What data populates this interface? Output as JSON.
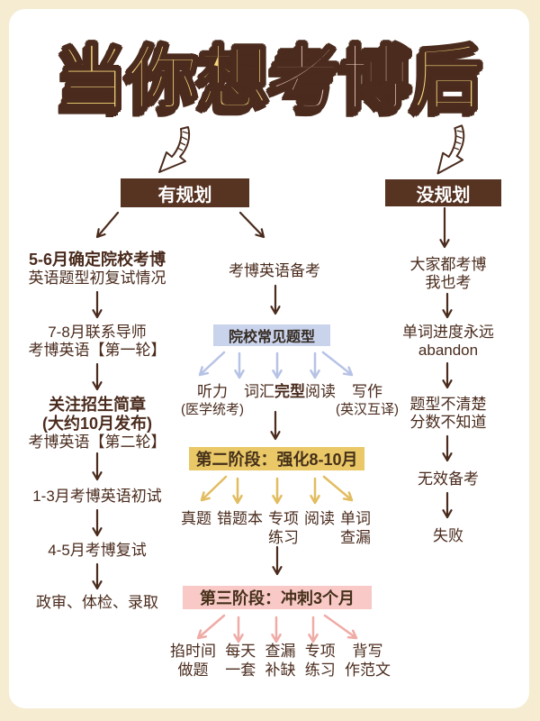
{
  "title": {
    "text": "当你想考博后",
    "chars": [
      {
        "ch": "当",
        "color": "#f7d77d"
      },
      {
        "ch": "你",
        "color": "#f7d77d"
      },
      {
        "ch": "想",
        "color": "#f7d77d"
      },
      {
        "ch": "考",
        "color": "#f8d0c9"
      },
      {
        "ch": "博",
        "color": "#f8d0c9"
      },
      {
        "ch": "后",
        "color": "#f7d77d"
      }
    ]
  },
  "colors": {
    "bg": "#f5ecd2",
    "card": "#ffffff",
    "ink": "#4a2b1d",
    "box_brown": "#573322",
    "box_blue": "#c9d3ec",
    "box_yellow": "#eac867",
    "box_pink": "#f8c9c6",
    "arrow_blue": "#b7c3e6",
    "arrow_yellow": "#e2bc60",
    "arrow_pink": "#efaba6"
  },
  "branches": {
    "planned": "有规划",
    "unplanned": "没规划"
  },
  "left": {
    "step1a": "5-6月确定院校考博",
    "step1b": "英语题型初复试情况",
    "step2a": "7-8月联系导师",
    "step2b": "考博英语【第一轮】",
    "step3a": "关注招生简章",
    "step3b": "(大约10月发布)",
    "step3c": "考博英语【第二轮】",
    "step4": "1-3月考博英语初试",
    "step5": "4-5月考博复试",
    "step6": "政审、体检、录取"
  },
  "middle": {
    "intro": "考博英语备考",
    "stage1_title": "院校常见题型",
    "stage1_items": [
      {
        "label": "听力",
        "note": "(医学统考)"
      },
      {
        "label": "词汇"
      },
      {
        "label": "完型"
      },
      {
        "label": "阅读"
      },
      {
        "label": "写作",
        "note": "(英汉互译)"
      }
    ],
    "stage2_title": "第二阶段：强化8-10月",
    "stage2_items": [
      {
        "l1": "真题"
      },
      {
        "l1": "错题本"
      },
      {
        "l1": "专项",
        "l2": "练习"
      },
      {
        "l1": "阅读"
      },
      {
        "l1": "单词",
        "l2": "查漏"
      }
    ],
    "stage3_title": "第三阶段：冲刺3个月",
    "stage3_items": [
      {
        "l1": "掐时间",
        "l2": "做题"
      },
      {
        "l1": "每天",
        "l2": "一套"
      },
      {
        "l1": "查漏",
        "l2": "补缺"
      },
      {
        "l1": "专项",
        "l2": "练习"
      },
      {
        "l1": "背写",
        "l2": "作范文"
      }
    ]
  },
  "right": {
    "step1a": "大家都考博",
    "step1b": "我也考",
    "step2a": "单词进度永远",
    "step2b": "abandon",
    "step3a": "题型不清楚",
    "step3b": "分数不知道",
    "step4": "无效备考",
    "step5": "失败"
  }
}
